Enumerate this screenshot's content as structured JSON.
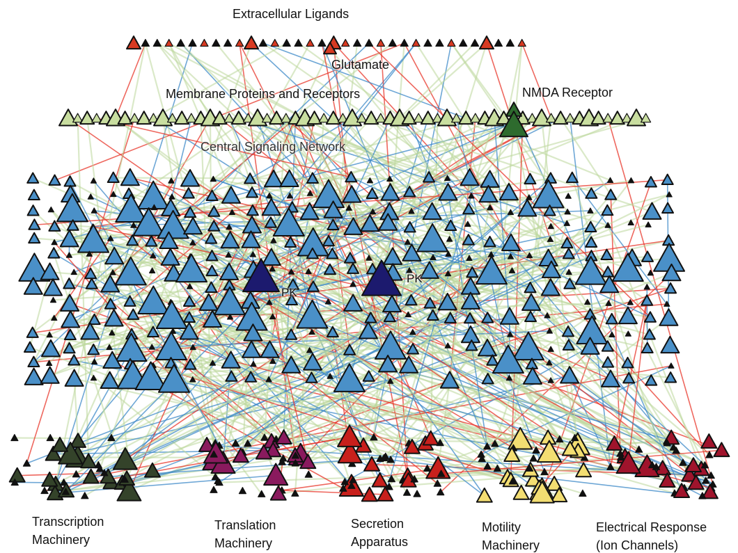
{
  "layers": {
    "ligands": "Extracellular Ligands",
    "glutamate": "Glutamate",
    "membrane": "Membrane Proteins and Receptors",
    "nmda": "NMDA Receptor",
    "central": "Central Signaling Network",
    "pk_a": "PK",
    "pk_b": "PK"
  },
  "outputs": {
    "transcription": [
      "Transcription",
      "Machinery"
    ],
    "translation": [
      "Translation",
      "Machinery"
    ],
    "secretion": [
      "Secretion",
      "Apparatus"
    ],
    "motility": [
      "Motility",
      "Machinery"
    ],
    "electrical": [
      "Electrical Response",
      "(Ion Channels)"
    ]
  },
  "colors": {
    "ligand": "#d83a22",
    "membrane": "#c9dea0",
    "nmda": "#2e6b2e",
    "central": "#4a90c8",
    "central_hub": "#1c1a6e",
    "transcription": "#34432a",
    "translation": "#8a1a5e",
    "secretion": "#c8201c",
    "motility": "#f3de72",
    "electrical": "#a0142c",
    "edge_green": "#bcd79a",
    "edge_red": "#e8362a",
    "edge_blue": "#3e8ac8"
  }
}
